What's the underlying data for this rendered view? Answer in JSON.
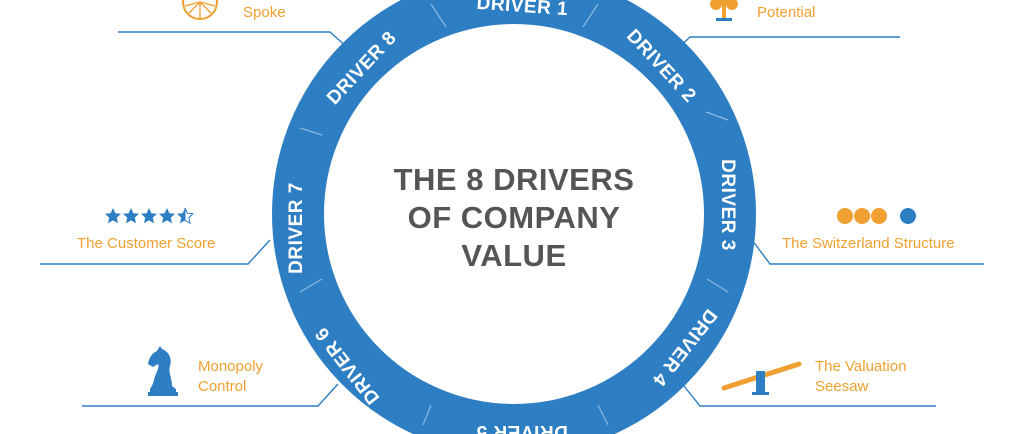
{
  "center_title": [
    "THE 8 DRIVERS",
    "OF COMPANY",
    "VALUE"
  ],
  "drivers": [
    "DRIVER 1",
    "DRIVER 2",
    "DRIVER 3",
    "DRIVER 4",
    "DRIVER 5",
    "DRIVER 6",
    "DRIVER 7",
    "DRIVER 8"
  ],
  "items": {
    "spoke": {
      "label": [
        "Spoke"
      ],
      "icon": "wheel-icon"
    },
    "potential": {
      "label": [
        "Potential"
      ],
      "icon": "tree-icon"
    },
    "customer_score": {
      "label": [
        "The Customer Score"
      ],
      "icon": "stars-icon",
      "rating": 4.5
    },
    "switzerland": {
      "label": [
        "The Switzerland Structure"
      ],
      "icon": "dots-icon"
    },
    "monopoly": {
      "label": [
        "Monopoly",
        "Control"
      ],
      "icon": "chess-knight-icon"
    },
    "seesaw": {
      "label": [
        "The Valuation",
        "Seesaw"
      ],
      "icon": "seesaw-icon"
    }
  },
  "colors": {
    "ring": "#2e7ec4",
    "accent": "#f0a030",
    "line": "#2e7ec4",
    "title": "#555555"
  }
}
